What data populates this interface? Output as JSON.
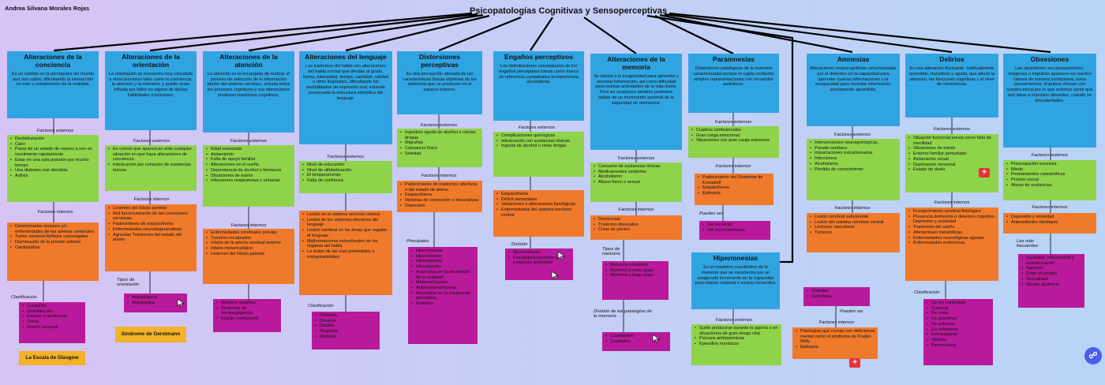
{
  "author": "Andrea Silvana Morales Rojas",
  "title": "Psicopatologías Cognitivas y Sensoperceptivas",
  "labels": {
    "fe": "Factores externos",
    "fi": "Factores internos",
    "clasificacion": "Clasificación",
    "tipos_orientacion": "Tipos de orientación",
    "principales": "Principales",
    "division": "División",
    "tipos_memoria": "Tipos de memoria",
    "division_memoria": "División de las patologías de la memoria",
    "pueden_ser": "Pueden ser",
    "mas_frecuentes": "Las más frecuentes"
  },
  "conciencia": {
    "title": "Alteraciones de la conciencia",
    "desc": "Es un cambio en la percepción del mundo que nos rodea, dificultando la interacción en este y comprensión de la realidad.",
    "fe": [
      "Deshidratación",
      "Calor",
      "Pasar de un estado de reposo a uno en movimiento rápidamente",
      "Estar en una sola posición por mucho tiempo",
      "Una diabetes mal atendida",
      "Asfixia"
    ],
    "fi": [
      "Determinadas lesiones y/o enfermedades de las arterias cerebrales",
      "Tumor cerebral Reflejos vasovagales",
      "Disminución de la presión arterial",
      "Cardiopatías"
    ],
    "clas": [
      "Confusión",
      "Obnubilación",
      "Estupor o semicoma",
      "Coma",
      "Muerte cerebral"
    ],
    "extra": "La Escala de Glasgow"
  },
  "orientacion": {
    "title": "Alteraciones de la orientación",
    "desc": "La orientación se encuentra muy vinculada a otros procesos tales como la conciencia, la atención y la memoria, y puede verse influida por fallos en alguno de dichas habilidades o procesos.",
    "fe": [
      "Es común que aparezcan ante cualquier situación en que haya alteraciones de conciencia.",
      "Intoxicación por consumo de sustancias tóxicas"
    ],
    "fi": [
      "Lesiones del lóbulo parietal",
      "Mal funcionamiento de las conexiones nerviosas",
      "Padecimiento de esquizofrenia",
      "Enfermedades neurodegenerativas",
      "Agnosias Trastornos del estado del ánimo"
    ],
    "tipos": [
      "Autopsíquica",
      "Alopsíquica"
    ],
    "extra": "Síndrome de Gerstmann"
  },
  "atencion": {
    "title": "Alteraciones de la atención",
    "desc": "La atención es la encargada de realizar el proceso de selección de la información dentro del sistema nervioso, articula todos los procesos cognitivos y sus alteraciones producen trastornos cognitivos.",
    "fe": [
      "Edad avanzada",
      "Aislamiento",
      "Falta de apoyo familiar",
      "Alteraciones en el sueño",
      "Dependencia de alcohol o fármacos",
      "Situaciones de estrés",
      "Infecciones respiratorias y urinarias"
    ],
    "fi": [
      "Enfermedades cerebrales previas",
      "Tumores localizados",
      "Infarto de la arteria cerebral anterior",
      "Infarto mesencefálico",
      "Lesiones del lóbulo parietal"
    ],
    "clas": [
      "Mutismo acinético",
      "Síndrome de heminegligencia",
      "Estado confusional"
    ]
  },
  "lenguaje": {
    "title": "Alteraciones del lenguaje",
    "desc": "Los trastornos del habla son alteraciones del habla normal que afectan al grado, forma, intensidad, tiempo, cantidad, calidad o ritmo lingüístico, dificultando las posibilidades de expresión oral, estando preservada la estructura simbólica del lenguaje.",
    "fe": [
      "Nivel de educación",
      "Nivel de alfabetización",
      "El temperamento",
      "Falta de confianza"
    ],
    "fi": [
      "Lesión en el sistema nervioso central",
      "Lesión de los sistemas efectores del lenguaje",
      "Lesión cerebral en las áreas que regulan el lenguaje",
      "Malformaciones estructurales de los órganos del habla",
      "La lesión de las vías piramidales o extrapiramidales"
    ],
    "clas": [
      "Disfemia",
      "Disartria",
      "Dislalia",
      "Disglosia",
      "Disfonía"
    ]
  },
  "distorsiones": {
    "title": "Distorsiones perceptivas",
    "desc": "Es una percepción alterada de las características físicas objetivas de los estímulos que se producen en el espacio externo.",
    "fe": [
      "Ingestión aguda de alcohol o ciertas drogas",
      "Migrañas",
      "Cansancio físico",
      "Soledad"
    ],
    "fi": [
      "Padecimiento de trastornos afectivos o del estado de ánimo",
      "Esquizofrenia",
      "Historias de conversión o disociativas",
      "Depresión"
    ],
    "principales": [
      "Hiperestesias",
      "Hipoestesias",
      "Hiperalgesias",
      "Hipoalgesias",
      "Anomalías en la percepción de la cualidad",
      "Metamorfopsias",
      "Autometamorfopsias",
      "Anomalías en la integración perceptiva",
      "Ilusiones"
    ]
  },
  "enganos": {
    "title": "Engaños perceptivos",
    "desc": "Las delimitaciones conceptuales de los engaños perceptivos toman como marco de referencia comparativa la experiencia alucinatoria.",
    "fe": [
      "Complicaciones quirúrgicas",
      "Intoxicación con sustancias tóxicas",
      "Ingesta de alcohol u otras drogas"
    ],
    "fi": [
      "Esquizofrenia",
      "Déficit sensoriales",
      "Variaciones o alteraciones fisiológicas",
      "Enfermedades del sistema nervioso central"
    ],
    "division": [
      "Alucinaciones",
      "Pseudopercepciones o imágenes anómalas"
    ]
  },
  "memoria": {
    "title": "Alteraciones de la memoria",
    "desc": "Se asocia a la incapacidad para aprender y recordar información, así como dificultad para realizar actividades de la vida diaria. Pero en ocasiones también podemos hablar de un incremento anormal de la capacidad de memorizar.",
    "fe": [
      "Consumo de sustancias tóxicas",
      "Medicamentos sedantes",
      "Alcoholismo",
      "Abuso físico o sexual"
    ],
    "fi": [
      "Demencias",
      "Trastorno disociativo",
      "Crisis de pánico"
    ],
    "tipos": [
      "Memoria inmediata",
      "Memoria a corto plazo",
      "Memoria a largo plazo"
    ],
    "division": [
      "Cuantitativo",
      "Cualitativo"
    ]
  },
  "paramnesias": {
    "title": "Paramnesias",
    "desc": "Distorsiones patológicas de la memoria caracterizadas porque el sujeto confunde simples representaciones con recuerdos auténticos.",
    "fe": [
      "Cuadros confusionales",
      "Gran carga emocional",
      "Situaciones con gran carga estresora"
    ],
    "fi": [
      "Padecimiento del Síndrome de Korsakoff",
      "Esquizofrenia",
      "Epilepsia"
    ],
    "pueden": [
      "Del recuerdo",
      "Del reconocimiento"
    ]
  },
  "hipermnesias": {
    "title": "Hipermnesias",
    "desc": "Es un trastorno cuantitativo de la memoria que se caracteriza por un exagerado incremento en la capacidad para retener material o evocar recuerdos.",
    "fe": [
      "Suele producirse durante la agonía o en situaciones de gran riesgo vital",
      "Psicosis anfetamínicas",
      "Episodios maníacos"
    ],
    "fi": [
      "Patologías que cursan con deficiencia mental como el síndrome de Prader-Willy.",
      "Epilepsia"
    ],
    "pueden": [
      "Globales",
      "Selectivas"
    ]
  },
  "amnesias": {
    "title": "Amnesias",
    "desc": "Alteraciones neurocognitivas caracterizadas por el deterioro en la capacidad para aprender nuevas informaciones o la incapacidad para recordar información previamente aprendida.",
    "fe": [
      "Intervenciones neuroquirúrgicas,",
      "Parada cardíaca",
      "Intoxicaciones oxicarbonadas",
      "Infecciones",
      "Alcoholismo",
      "Pérdida de conocimiento"
    ],
    "fi": [
      "Lesión cerebral subyacente",
      "Lesión del sistema nervioso central",
      "Lesiones vasculares",
      "Tumores"
    ]
  },
  "delirios": {
    "title": "Delirios",
    "desc": "Es una alteración fluctuante, habitualmente reversible, transitoria y aguda, que afecta la atención, las funciones cognitivas y el nivel de consciencia.",
    "fe": [
      "Situación funcional previa como falta de movilidad",
      "Situaciones de estrés",
      "Entorno familiar perturbado",
      "Aislamiento social",
      "Deprivación sensorial",
      "Estado de duelo"
    ],
    "fi": [
      "Envejecimiento cerebral fisiológico",
      "Presencia demencia o deterioro cognitivo, Depresión y ansiedad",
      "Trastornos del sueño",
      "Alteraciones metabólicas",
      "Enfermedades neurológicas agudas",
      "Enfermedades endocrinas"
    ],
    "clas": [
      "De ser controlado",
      "Corporal",
      "De celos",
      "De grandeza",
      "De pobreza",
      "De referencia",
      "Extravagante",
      "Nihilista",
      "Persecutoria"
    ]
  },
  "obsesiones": {
    "title": "Obsesiones",
    "desc": "Las obsesiones son pensamientos, imágenes o impulsos aparecen en nuestra cabeza de manera involuntaria, estos pensamientos, impulsos chocan con nuestra moral por lo que solemos sentir que son ideas e impulsos absurdos, cuando no descabellados.",
    "fe": [
      "Preocupación excesiva",
      "Miedo",
      "Pensamientos catastróficos",
      "Presión social",
      "Abuso de sustancias"
    ],
    "fi": [
      "Depresión y ansiedad",
      "Antecedentes familiares"
    ],
    "frecuentes": [
      "Suciedad, enfermedad y contaminación",
      "Agresión",
      "Estar en peligro",
      "Sexualidad",
      "Asunto abstracto"
    ]
  },
  "icons": {
    "plus": "plus-icon",
    "cursor": "cursor-icon",
    "link": "link-icon"
  },
  "colors": {
    "header": "#30a4e1",
    "external": "#8fd34a",
    "internal": "#f07a2b",
    "classification": "#b9199b",
    "highlight": "#f2b22a"
  }
}
